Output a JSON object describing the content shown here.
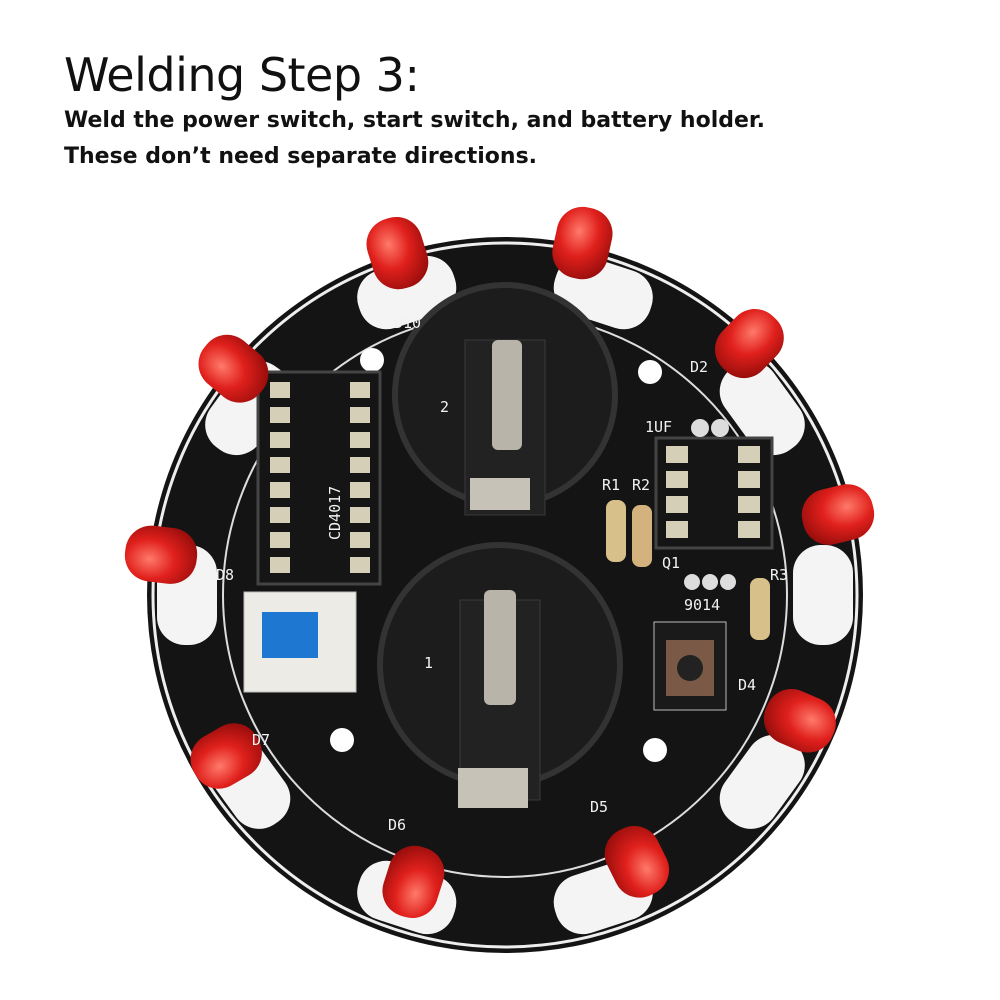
{
  "heading": {
    "title": "Welding Step 3:",
    "line1": "Weld the power switch, start switch, and battery holder.",
    "line2": "These don’t need separate directions."
  },
  "board_labels": {
    "d10": "D10",
    "d2": "D2",
    "d8": "D8",
    "d7": "D7",
    "d6": "D6",
    "d5": "D5",
    "d4": "D4",
    "r1": "R1",
    "r2": "R2",
    "r3": "R3",
    "cap": "1UF",
    "q1": "Q1",
    "transistor": "9014",
    "ic": "CD4017",
    "battery1": "1",
    "battery2": "2"
  },
  "colors": {
    "led": "#e0201c",
    "board": "#111111",
    "switch_cap": "#1e78d2"
  }
}
